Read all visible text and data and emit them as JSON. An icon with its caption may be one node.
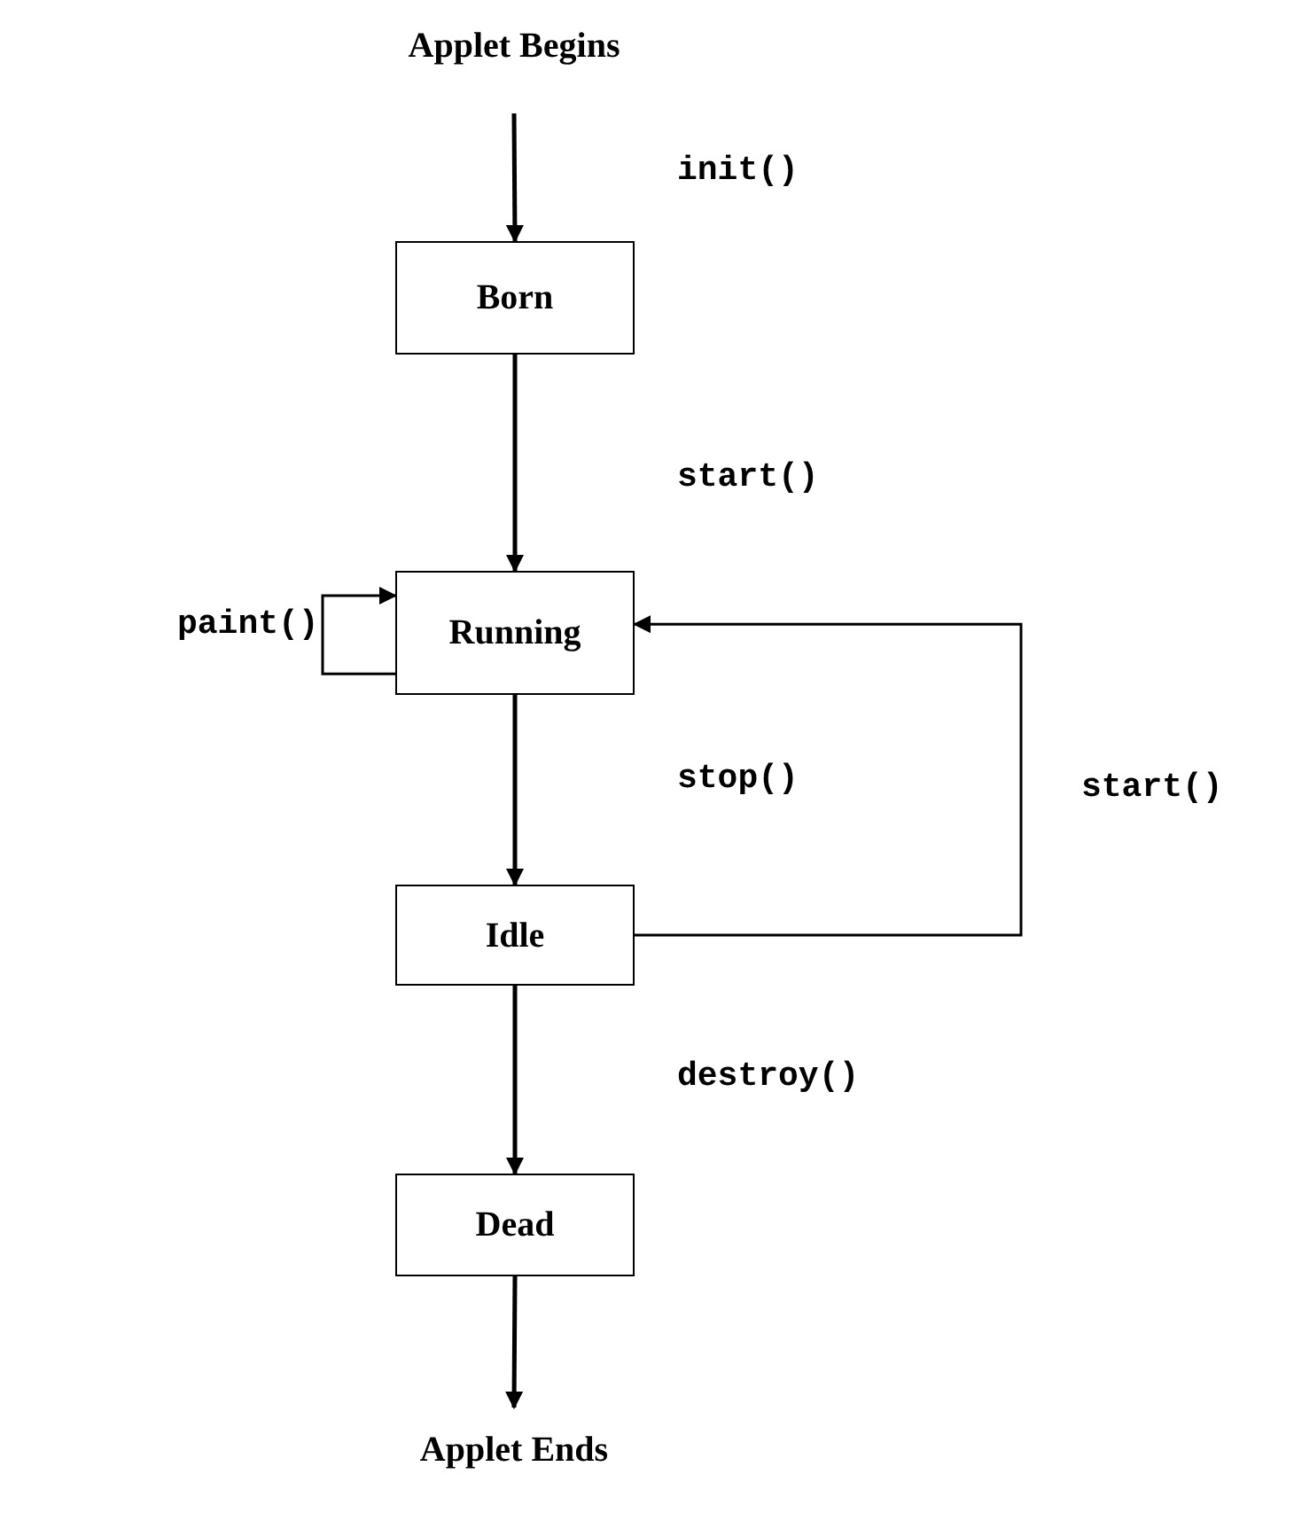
{
  "diagram": {
    "nodes": [
      {
        "text": [
          "Applet Begins"
        ]
      },
      {
        "text": [
          "Born"
        ]
      },
      {
        "text": [
          "Running"
        ]
      },
      {
        "text": [
          "Idle"
        ]
      },
      {
        "text": [
          "Dead"
        ]
      },
      {
        "text": [
          "Applet Ends"
        ]
      }
    ],
    "edges": [
      {
        "from": 0,
        "to": 1,
        "arrow": "to",
        "label": "init()"
      },
      {
        "from": 1,
        "to": 2,
        "arrow": "to",
        "label": "start()"
      },
      {
        "from": 2,
        "to": 2,
        "arrow": "to",
        "label": "paint()"
      },
      {
        "from": 2,
        "to": 3,
        "arrow": "to",
        "label": "stop()"
      },
      {
        "from": 3,
        "to": 2,
        "arrow": "to",
        "label": "start()"
      },
      {
        "from": 3,
        "to": 4,
        "arrow": "to",
        "label": "destroy()"
      },
      {
        "from": 4,
        "to": 5,
        "arrow": "to"
      }
    ]
  }
}
